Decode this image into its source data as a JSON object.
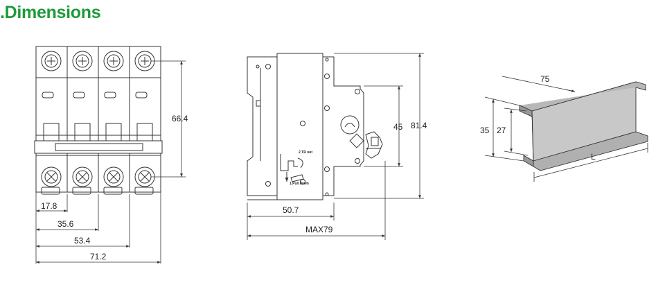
{
  "title": ".Dimensions",
  "colors": {
    "title": "#1e9a3a",
    "line": "#333333",
    "rail_fill": "#c8c8c8",
    "rail_dark": "#9a9a9a"
  },
  "front_view": {
    "poles": 4,
    "dims": {
      "height": "66.4",
      "w1": "17.8",
      "w2": "35.6",
      "w3": "53.4",
      "w4": "71.2"
    }
  },
  "side_view": {
    "dims": {
      "inner": "45",
      "outer": "81.4",
      "depth": "50.7",
      "max": "MAX79"
    },
    "labels": {
      "trip_out": "2.TR out",
      "pull_down": "1.Pull down"
    }
  },
  "rail_view": {
    "dims": {
      "width": "75",
      "h_outer": "35",
      "h_inner": "27",
      "length": "L"
    }
  }
}
